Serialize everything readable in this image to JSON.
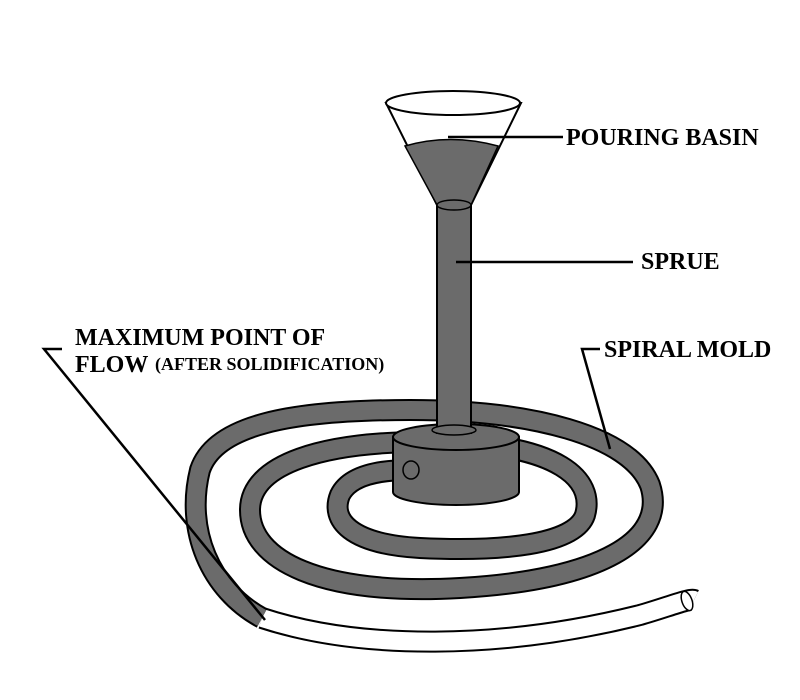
{
  "labels": {
    "pouring_basin": "POURING BASIN",
    "sprue": "SPRUE",
    "spiral_mold": "SPIRAL MOLD",
    "max_point_line1": "MAXIMUM POINT OF",
    "max_point_line2_a": "FLOW",
    "max_point_line2_b": "(AFTER SOLIDIFICATION)"
  },
  "colors": {
    "metal": "#6b6b6b",
    "outline": "#000000",
    "background": "#ffffff"
  }
}
